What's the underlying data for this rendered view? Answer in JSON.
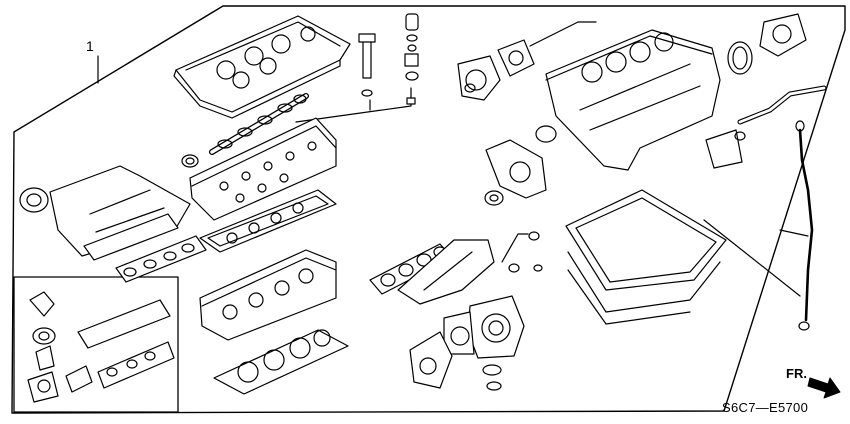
{
  "diagram": {
    "callout_label": "1",
    "direction_label": "FR.",
    "diagram_code": "S6C7—E5700"
  }
}
